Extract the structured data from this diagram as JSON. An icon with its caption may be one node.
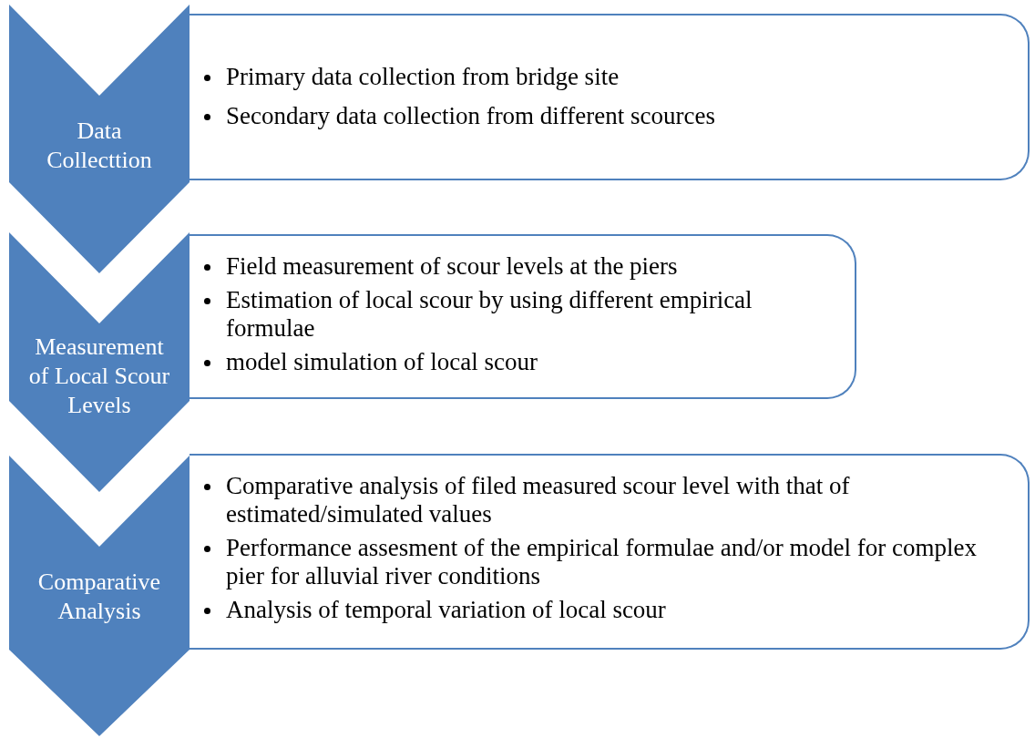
{
  "diagram": {
    "nodes": [
      {
        "text": [
          "Data Collecttion"
        ]
      },
      {
        "text": [
          "Primary data collection from bridge site",
          "Secondary data collection from different scources"
        ]
      },
      {
        "text": [
          "Measurement of Local Scour Levels"
        ]
      },
      {
        "text": [
          "Field measurement of scour levels at the piers",
          "Estimation of local scour by using different empirical formulae",
          "model simulation of local scour"
        ]
      },
      {
        "text": [
          "Comparative Analysis"
        ]
      },
      {
        "text": [
          "Comparative analysis of filed measured scour level with that of estimated/simulated values",
          "Performance assesment of the empirical formulae and/or model for complex pier for alluvial river conditions",
          "Analysis of temporal variation of local scour"
        ]
      }
    ]
  }
}
